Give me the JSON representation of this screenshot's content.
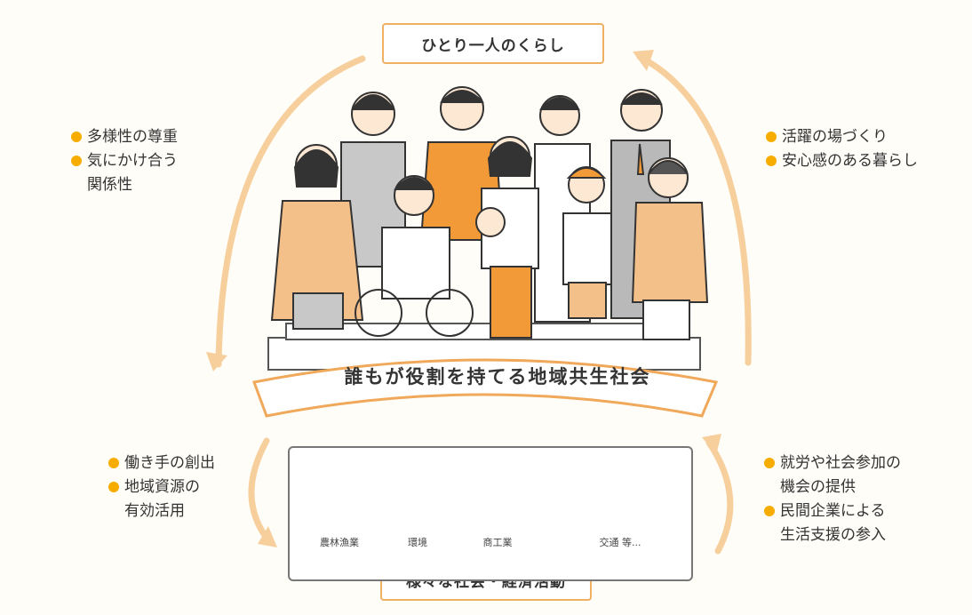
{
  "top_label": "ひとり一人のくらし",
  "bottom_label": "様々な社会・経済活動",
  "banner": "誰もが役割を持てる地域共生社会",
  "left_top_items": [
    "多様性の尊重",
    "気にかけ合う\n関係性"
  ],
  "right_top_items": [
    "活躍の場づくり",
    "安心感のある暮らし"
  ],
  "left_bottom_items": [
    "働き手の創出",
    "地域資源の\n有効活用"
  ],
  "right_bottom_items": [
    "就労や社会参加の\n機会の提供",
    "民間企業による\n生活支援の参入"
  ],
  "industries": [
    {
      "label": "農林漁業",
      "icon": "fish-apple-icon"
    },
    {
      "label": "環境",
      "icon": "sprout-icon"
    },
    {
      "label": "商工業",
      "icon": "factory-shop-icon"
    },
    {
      "label": "交通 等...",
      "icon": "bus-icon"
    }
  ],
  "colors": {
    "accent": "#f0a85a",
    "orange": "#f39a38",
    "bullet": "#f7ad00",
    "arrow": "#f6cf9c"
  }
}
